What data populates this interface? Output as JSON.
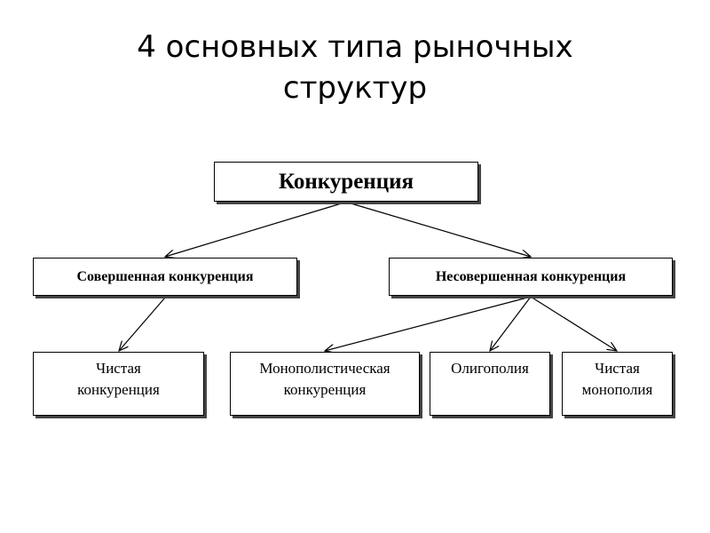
{
  "slide": {
    "title_line1": "4 основных типа рыночных",
    "title_line2": "структур"
  },
  "diagram": {
    "root": "Конкуренция",
    "level2": {
      "perfect": "Совершенная конкуренция",
      "imperfect": "Несовершенная конкуренция"
    },
    "leaves": {
      "pure_competition_line1": "Чистая",
      "pure_competition_line2": "конкуренция",
      "monopolistic_line1": "Монополистическая",
      "monopolistic_line2": "конкуренция",
      "oligopoly": "Олигополия",
      "pure_monopoly_line1": "Чистая",
      "pure_monopoly_line2": "монополия"
    }
  }
}
